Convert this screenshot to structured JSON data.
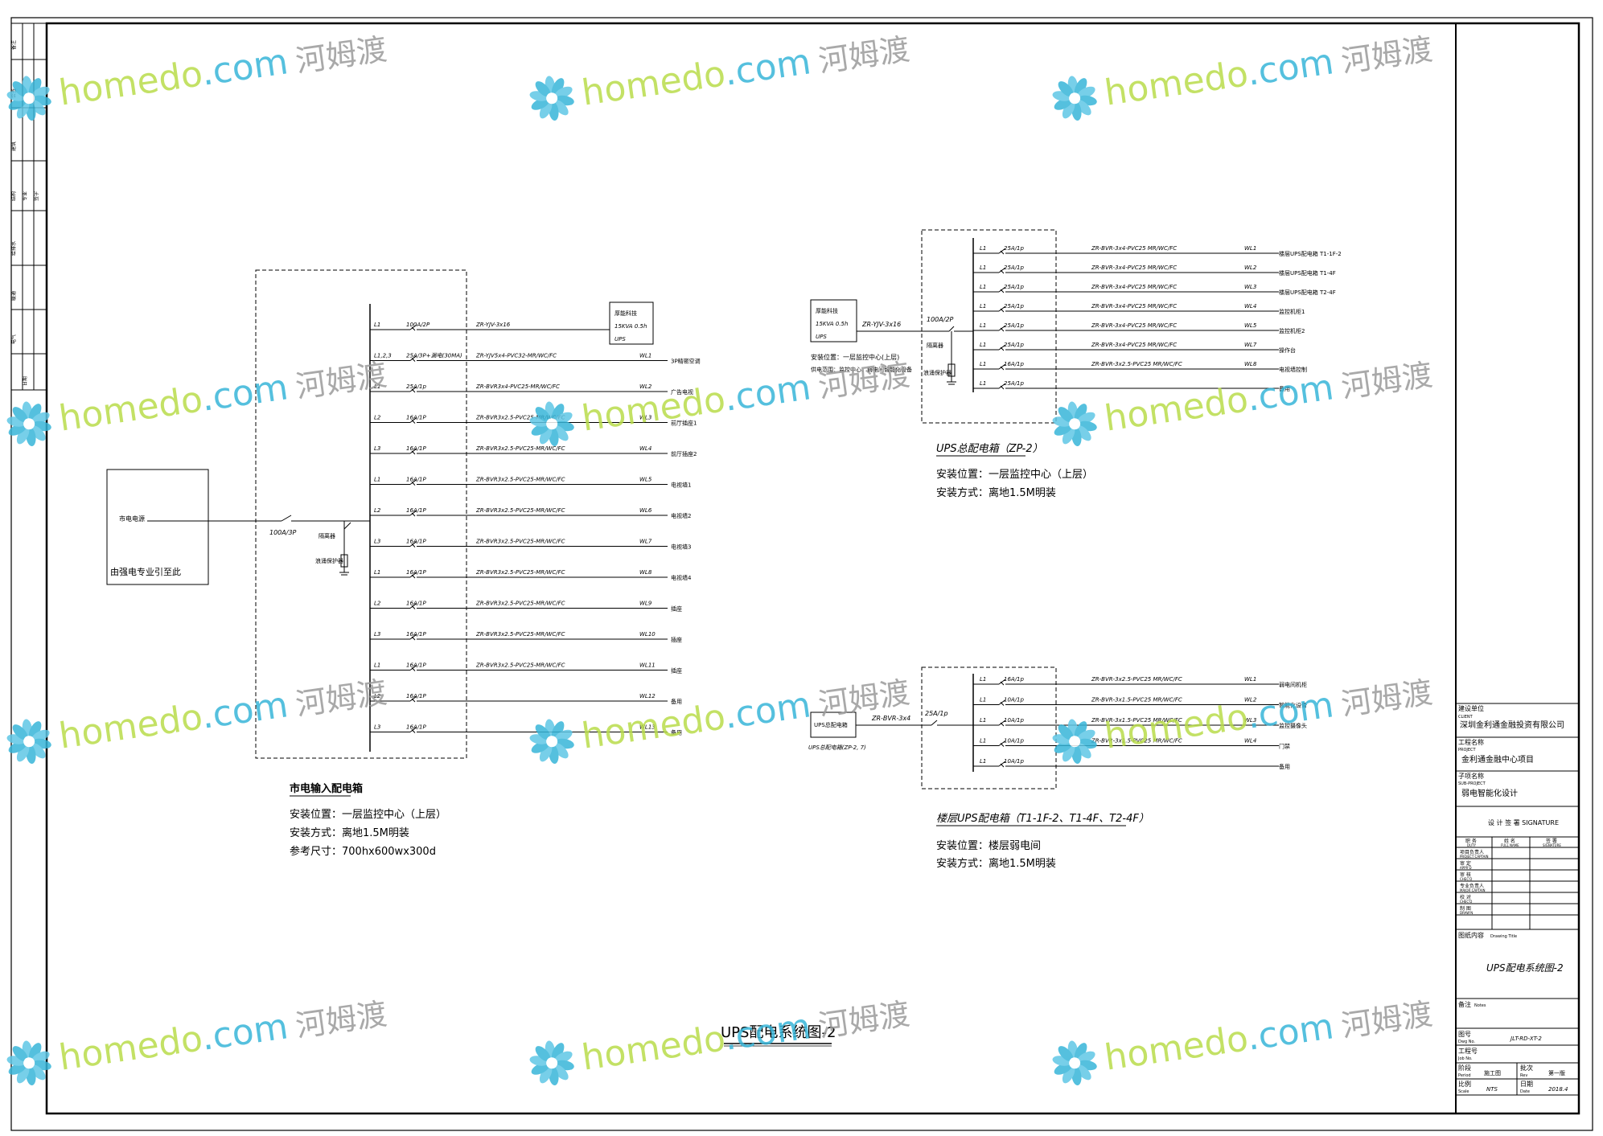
{
  "diagram_title": "UPS配电系统图-2",
  "left_panel": {
    "source_box": {
      "line1": "市电电源",
      "line2": "由强电专业引至此"
    },
    "main_breaker": "100A/3P",
    "isolator": "隔离器",
    "surge": "浪涌保护器",
    "circuits": [
      {
        "phase": "L1",
        "breaker": "100A/2P",
        "cable": "ZR-YJV-3x16",
        "circuit": "",
        "load": ""
      },
      {
        "phase": "L1,2,3",
        "breaker": "25A/3P+漏电(30MA)",
        "cable": "ZR-YJV5x4-PVC32-MR/WC/FC",
        "circuit": "WL1",
        "load": "3P精密空调"
      },
      {
        "phase": "L1",
        "breaker": "25A/1p",
        "cable": "ZR-BVR3x4-PVC25-MR/WC/FC",
        "circuit": "WL2",
        "load": "广告电视"
      },
      {
        "phase": "L2",
        "breaker": "16A/1P",
        "cable": "ZR-BVR3x2.5-PVC25-MR/WC/FC",
        "circuit": "WL3",
        "load": "前厅插座1"
      },
      {
        "phase": "L3",
        "breaker": "16A/1P",
        "cable": "ZR-BVR3x2.5-PVC25-MR/WC/FC",
        "circuit": "WL4",
        "load": "前厅插座2"
      },
      {
        "phase": "L1",
        "breaker": "16A/1P",
        "cable": "ZR-BVR3x2.5-PVC25-MR/WC/FC",
        "circuit": "WL5",
        "load": "电视墙1"
      },
      {
        "phase": "L2",
        "breaker": "16A/1P",
        "cable": "ZR-BVR3x2.5-PVC25-MR/WC/FC",
        "circuit": "WL6",
        "load": "电视墙2"
      },
      {
        "phase": "L3",
        "breaker": "16A/1P",
        "cable": "ZR-BVR3x2.5-PVC25-MR/WC/FC",
        "circuit": "WL7",
        "load": "电视墙3"
      },
      {
        "phase": "L1",
        "breaker": "16A/1P",
        "cable": "ZR-BVR3x2.5-PVC25-MR/WC/FC",
        "circuit": "WL8",
        "load": "电视墙4"
      },
      {
        "phase": "L2",
        "breaker": "16A/1P",
        "cable": "ZR-BVR3x2.5-PVC25-MR/WC/FC",
        "circuit": "WL9",
        "load": "插座"
      },
      {
        "phase": "L3",
        "breaker": "16A/1P",
        "cable": "ZR-BVR3x2.5-PVC25-MR/WC/FC",
        "circuit": "WL10",
        "load": "插座"
      },
      {
        "phase": "L1",
        "breaker": "16A/1P",
        "cable": "ZR-BVR3x2.5-PVC25-MR/WC/FC",
        "circuit": "WL11",
        "load": "插座"
      },
      {
        "phase": "L2",
        "breaker": "16A/1P",
        "cable": "",
        "circuit": "WL12",
        "load": "备用"
      },
      {
        "phase": "L3",
        "breaker": "16A/1P",
        "cable": "",
        "circuit": "WL13",
        "load": "备用"
      }
    ],
    "ups_box": {
      "line1": "厚能科技",
      "line2": "15KVA 0.5h",
      "line3": "UPS"
    },
    "caption": "市电输入配电箱",
    "notes": [
      "安装位置：一层监控中心（上层）",
      "安装方式：离地1.5M明装",
      "参考尺寸：700hx600wx300d"
    ]
  },
  "right_top": {
    "ups_box": {
      "line1": "厚能科技",
      "line2": "15KVA 0.5h",
      "line3": "UPS"
    },
    "feed_cable": "ZR-YJV-3x16",
    "note1": "安装位置：一层监控中心(上层)",
    "note2": "供电范围：监控中心、弱电间智能化设备",
    "main_breaker": "100A/2P",
    "isolator": "隔离器",
    "surge": "浪涌保护器",
    "circuits": [
      {
        "phase": "L1",
        "breaker": "25A/1p",
        "cable": "ZR-BVR-3x4-PVC25  MR/WC/FC",
        "circuit": "WL1",
        "load": "楼层UPS配电箱 T1-1F-2"
      },
      {
        "phase": "L1",
        "breaker": "25A/1p",
        "cable": "ZR-BVR-3x4-PVC25  MR/WC/FC",
        "circuit": "WL2",
        "load": "楼层UPS配电箱 T1-4F"
      },
      {
        "phase": "L1",
        "breaker": "25A/1p",
        "cable": "ZR-BVR-3x4-PVC25  MR/WC/FC",
        "circuit": "WL3",
        "load": "楼层UPS配电箱 T2-4F"
      },
      {
        "phase": "L1",
        "breaker": "25A/1p",
        "cable": "ZR-BVR-3x4-PVC25  MR/WC/FC",
        "circuit": "WL4",
        "load": "监控机柜1"
      },
      {
        "phase": "L1",
        "breaker": "25A/1p",
        "cable": "ZR-BVR-3x4-PVC25  MR/WC/FC",
        "circuit": "WL5",
        "load": "监控机柜2"
      },
      {
        "phase": "L1",
        "breaker": "25A/1p",
        "cable": "ZR-BVR-3x4-PVC25  MR/WC/FC",
        "circuit": "WL7",
        "load": "操作台"
      },
      {
        "phase": "L1",
        "breaker": "16A/1p",
        "cable": "ZR-BVR-3x2.5-PVC25  MR/WC/FC",
        "circuit": "WL8",
        "load": "电视墙控制"
      },
      {
        "phase": "L1",
        "breaker": "25A/1p",
        "cable": "",
        "circuit": "",
        "load": "备用"
      }
    ],
    "caption": "UPS总配电箱（ZP-2）",
    "notes": [
      "安装位置：一层监控中心（上层）",
      "安装方式：离地1.5M明装"
    ]
  },
  "right_bottom": {
    "source_box": "UPS总配电箱",
    "source_note": "UPS总配电箱(ZP-2, 7)",
    "feed_cable": "ZR-BVR-3x4",
    "main_breaker": "25A/1p",
    "circuits": [
      {
        "phase": "L1",
        "breaker": "16A/1p",
        "cable": "ZR-BVR-3x2.5-PVC25 MR/WC/FC",
        "circuit": "WL1",
        "load": "弱电间机柜"
      },
      {
        "phase": "L1",
        "breaker": "10A/1p",
        "cable": "ZR-BVR-3x1.5-PVC25 MR/WC/FC",
        "circuit": "WL2",
        "load": "智能化设备"
      },
      {
        "phase": "L1",
        "breaker": "10A/1p",
        "cable": "ZR-BVR-3x1.5-PVC25 MR/WC/FC",
        "circuit": "WL3",
        "load": "监控摄像头"
      },
      {
        "phase": "L1",
        "breaker": "10A/1p",
        "cable": "ZR-BVR-3x1.5-PVC25 MR/WC/FC",
        "circuit": "WL4",
        "load": "门禁"
      },
      {
        "phase": "L1",
        "breaker": "10A/1p",
        "cable": "",
        "circuit": "",
        "load": "备用"
      }
    ],
    "caption": "楼层UPS配电箱（T1-1F-2、T1-4F、T2-4F）",
    "notes": [
      "安装位置：楼层弱电间",
      "安装方式：离地1.5M明装"
    ]
  },
  "title_block": {
    "client_label": "建设单位",
    "client_en": "CLIENT",
    "client": "深圳金利通金融投资有限公司",
    "project_label": "工程名称",
    "project_en": "PROJECT",
    "project": "金利通金融中心项目",
    "subproject_label": "子项名称",
    "subproject_en": "SUB-PROJECT",
    "subproject": "弱电智能化设计",
    "signature_header": "设 计 签 署 SIGNATURE",
    "col_duty": "职  务",
    "col_duty_en": "DUTY",
    "col_name": "姓  名",
    "col_name_en": "FULL NAME",
    "col_sign": "签  署",
    "col_sign_en": "SIGNATURE",
    "roles": [
      {
        "cn": "项目负责人",
        "en": "PROJECT CAPTAIN"
      },
      {
        "cn": "审  定",
        "en": "APPR'D"
      },
      {
        "cn": "审  核",
        "en": "CHEC'D"
      },
      {
        "cn": "专业负责人",
        "en": "MAJOR CAPTAIN"
      },
      {
        "cn": "校  对",
        "en": "CHEC'D"
      },
      {
        "cn": "制  图",
        "en": "DRAW'N"
      }
    ],
    "drawing_label": "图纸内容",
    "drawing_en": "Drawing Title",
    "drawing_title": "UPS配电系统图-2",
    "notes_label": "备注",
    "notes_en": "Notes",
    "dwg_no_label": "图号",
    "dwg_no_en": "Dwg No.",
    "dwg_no": "JLT-RD-XT-2",
    "job_no_label": "工程号",
    "job_no_en": "Job No.",
    "stage_label": "阶段",
    "stage_en": "Period",
    "stage": "施工图",
    "batch_label": "批次",
    "batch_en": "Rev",
    "batch": "第一版",
    "scale_label": "比例",
    "scale_en": "Scale",
    "scale": "NTS",
    "date_label": "日期",
    "date_en": "Date",
    "date": "2018.4"
  },
  "side_strip": [
    "备注",
    "会签",
    "建筑",
    "结构",
    "给排水",
    "暖通",
    "电气",
    "专业",
    "签字",
    "日期"
  ],
  "watermark": {
    "brand": "homedo",
    "dot": ".",
    "com": "com",
    "cn": "河姆渡"
  },
  "colors": {
    "line": "#000000",
    "wm_green": "#b9dc4a",
    "wm_teal": "#37b5d8",
    "wm_gray": "#9a9a9a"
  }
}
